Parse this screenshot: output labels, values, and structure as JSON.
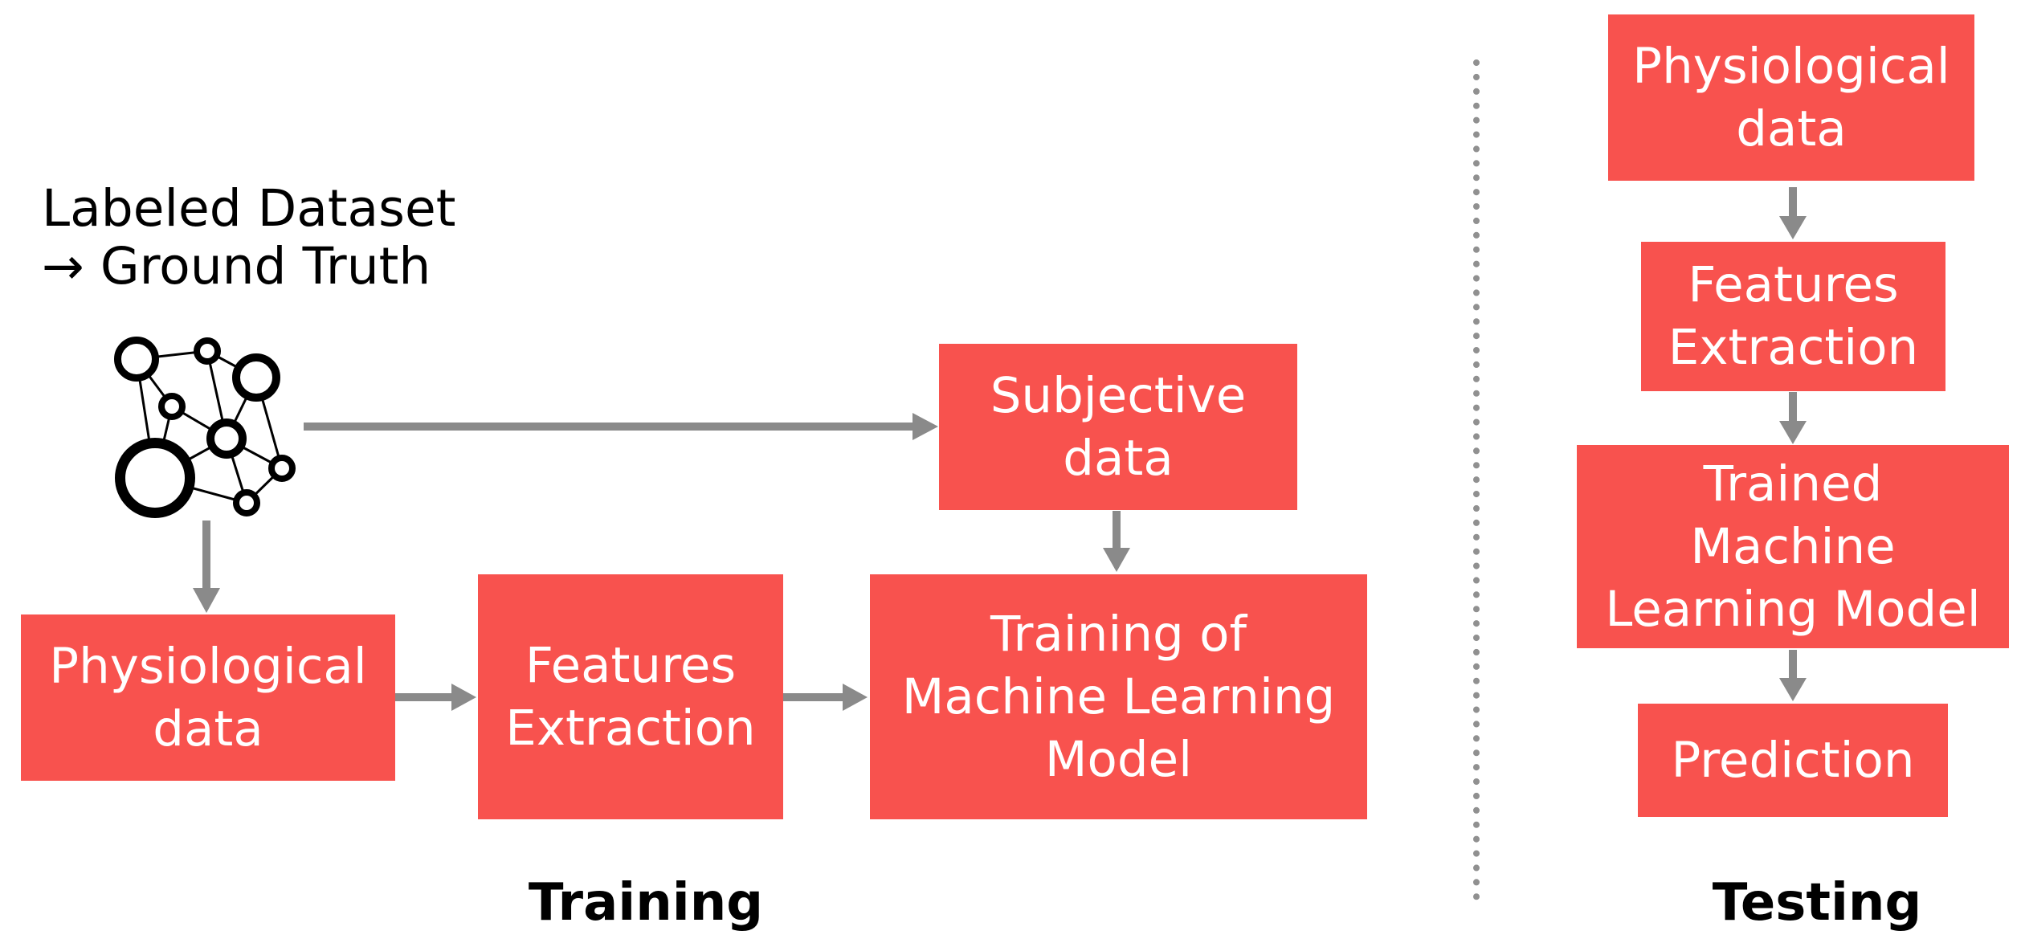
{
  "colors": {
    "box": "#F8524E",
    "box_text": "#FFFFFF",
    "arrow": "#8A8A8A",
    "divider": "#909090",
    "label_text": "#000000",
    "background": "#FFFFFF"
  },
  "annotation": {
    "text": "Labeled Dataset\n→ Ground Truth"
  },
  "icon": {
    "name": "network-graph-icon"
  },
  "training_section": {
    "label": "Training",
    "boxes": {
      "physiological": {
        "text": "Physiological\ndata"
      },
      "features": {
        "text": "Features\nExtraction"
      },
      "training_model": {
        "text": "Training of\nMachine Learning\nModel"
      },
      "subjective": {
        "text": "Subjective\ndata"
      }
    }
  },
  "testing_section": {
    "label": "Testing",
    "boxes": {
      "physiological": {
        "text": "Physiological\ndata"
      },
      "features": {
        "text": "Features\nExtraction"
      },
      "trained_model": {
        "text": "Trained\nMachine\nLearning Model"
      },
      "prediction": {
        "text": "Prediction"
      }
    }
  }
}
